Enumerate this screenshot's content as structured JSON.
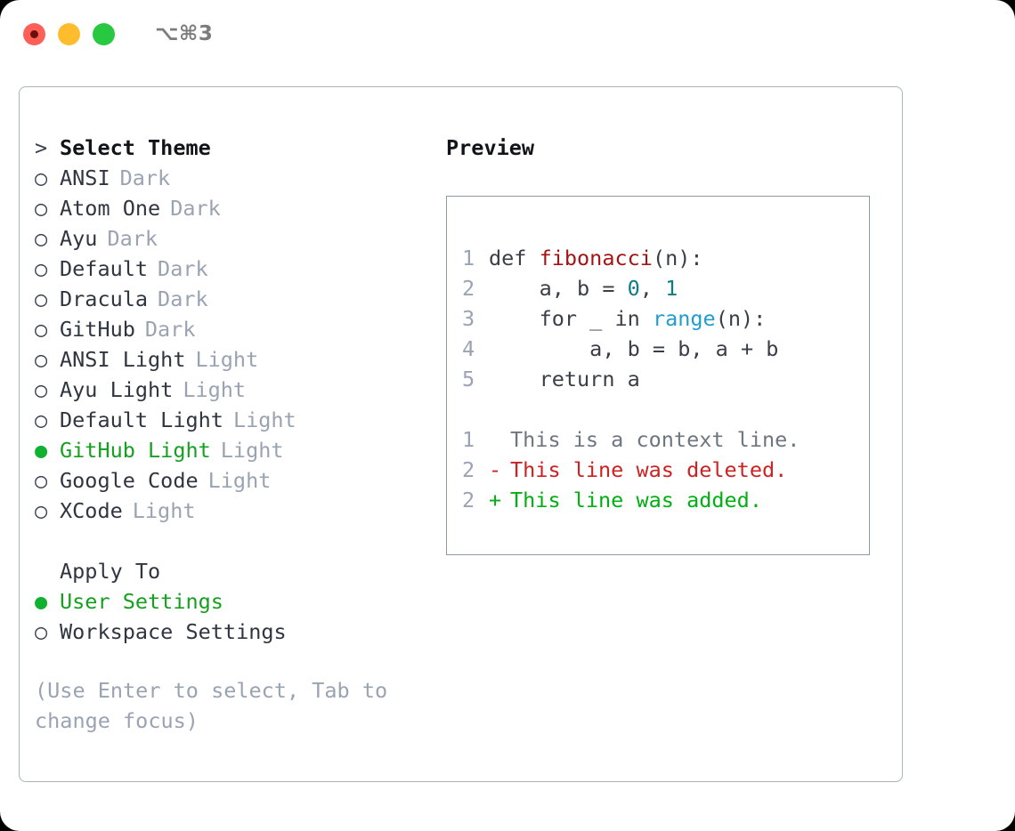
{
  "window": {
    "shortcut": "⌥⌘3",
    "traffic_lights": [
      {
        "name": "close",
        "color": "#ff5f57"
      },
      {
        "name": "minimize",
        "color": "#ffbd2e"
      },
      {
        "name": "maximize",
        "color": "#28c840"
      }
    ]
  },
  "theme_picker": {
    "heading": "Select Theme",
    "heading_marker": ">",
    "unselected_marker": "○",
    "selected_marker": "●",
    "items": [
      {
        "label": "ANSI",
        "variant": "Dark",
        "selected": false
      },
      {
        "label": "Atom One",
        "variant": "Dark",
        "selected": false
      },
      {
        "label": "Ayu",
        "variant": "Dark",
        "selected": false
      },
      {
        "label": "Default",
        "variant": "Dark",
        "selected": false
      },
      {
        "label": "Dracula",
        "variant": "Dark",
        "selected": false
      },
      {
        "label": "GitHub",
        "variant": "Dark",
        "selected": false
      },
      {
        "label": "ANSI Light",
        "variant": "Light",
        "selected": false
      },
      {
        "label": "Ayu Light",
        "variant": "Light",
        "selected": false
      },
      {
        "label": "Default Light",
        "variant": "Light",
        "selected": false
      },
      {
        "label": "GitHub Light",
        "variant": "Light",
        "selected": true
      },
      {
        "label": "Google Code",
        "variant": "Light",
        "selected": false
      },
      {
        "label": "XCode",
        "variant": "Light",
        "selected": false
      }
    ]
  },
  "apply_to": {
    "heading": "Apply To",
    "options": [
      {
        "label": "User Settings",
        "selected": true
      },
      {
        "label": "Workspace Settings",
        "selected": false
      }
    ]
  },
  "hint": "(Use Enter to select, Tab to change focus)",
  "preview": {
    "title": "Preview",
    "code_lines": [
      {
        "number": "1",
        "tokens": [
          {
            "text": "def ",
            "type": "plain"
          },
          {
            "text": "fibonacci",
            "type": "fn"
          },
          {
            "text": "(n):",
            "type": "plain"
          }
        ]
      },
      {
        "number": "2",
        "tokens": [
          {
            "text": "    a, b = ",
            "type": "plain"
          },
          {
            "text": "0",
            "type": "num"
          },
          {
            "text": ", ",
            "type": "plain"
          },
          {
            "text": "1",
            "type": "num"
          }
        ]
      },
      {
        "number": "3",
        "tokens": [
          {
            "text": "    for _ in ",
            "type": "plain"
          },
          {
            "text": "range",
            "type": "builtin"
          },
          {
            "text": "(n):",
            "type": "plain"
          }
        ]
      },
      {
        "number": "4",
        "tokens": [
          {
            "text": "        a, b = b, a + b",
            "type": "plain"
          }
        ]
      },
      {
        "number": "5",
        "tokens": [
          {
            "text": "    return a",
            "type": "plain"
          }
        ]
      }
    ],
    "diff_lines": [
      {
        "number": "1",
        "marker": " ",
        "text": "This is a context line.",
        "kind": "context"
      },
      {
        "number": "2",
        "marker": "-",
        "text": "This line was deleted.",
        "kind": "del"
      },
      {
        "number": "2",
        "marker": "+",
        "text": "This line was added.",
        "kind": "add"
      }
    ]
  },
  "colors": {
    "accent_green": "#16a01f",
    "muted": "#9aa3b2",
    "border": "#aab2bd",
    "code_border": "#8d98ab",
    "fn_red": "#a31515",
    "num_teal": "#0f7b84",
    "builtin_blue": "#1f9ecd",
    "diff_del": "#cc2222",
    "diff_add": "#00b012"
  }
}
